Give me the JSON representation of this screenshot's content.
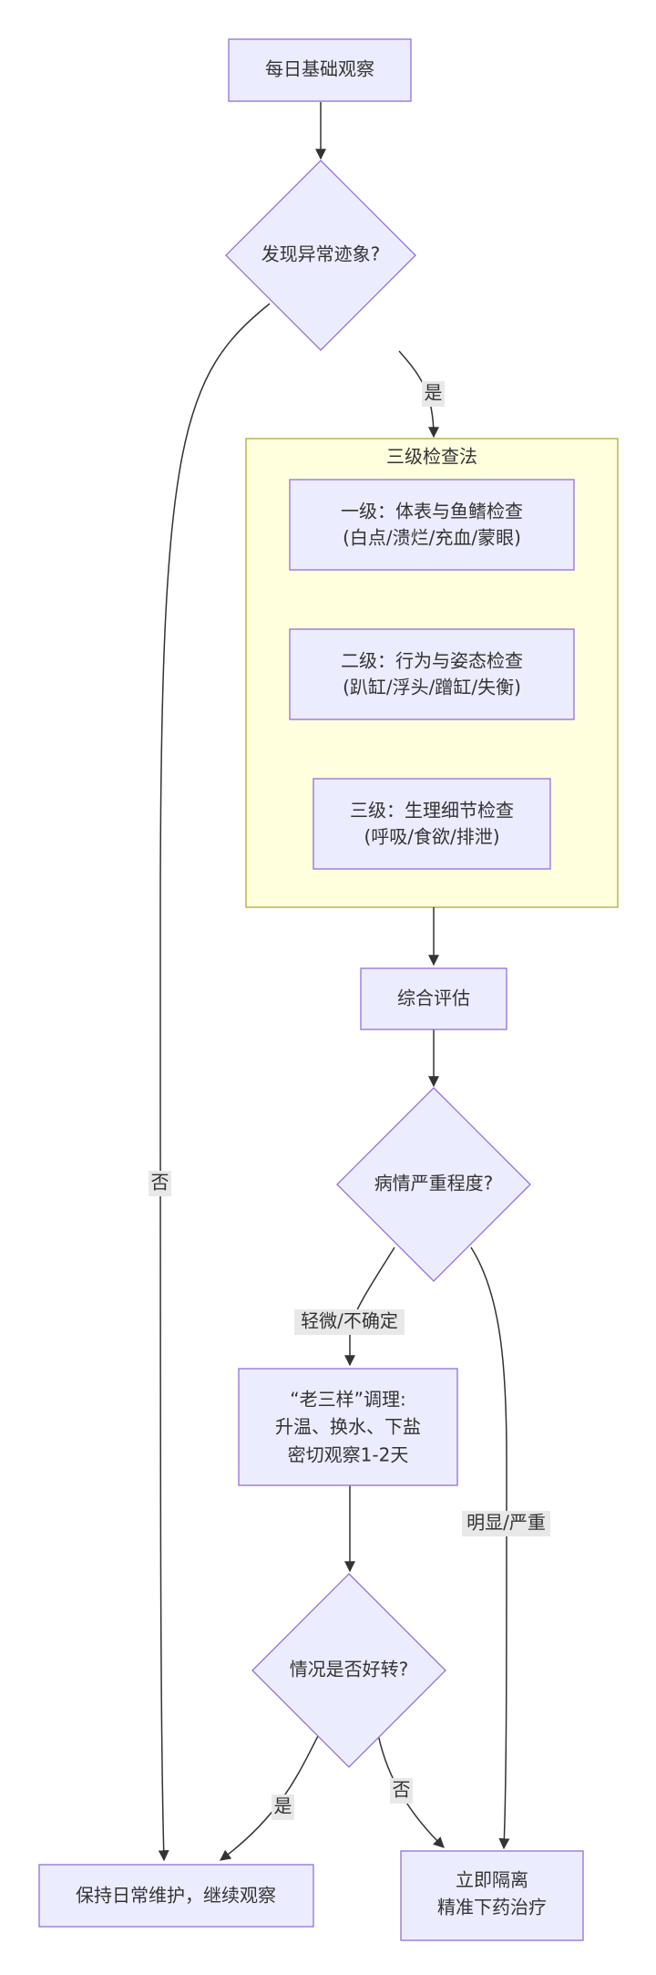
{
  "nodes": {
    "daily_observation": "每日基础观察",
    "anomaly_check": "发现异常迹象?",
    "level1_line1": "一级：体表与鱼鳍检查",
    "level1_line2": "(白点/溃烂/充血/蒙眼)",
    "level2_line1": "二级：行为与姿态检查",
    "level2_line2": "(趴缸/浮头/蹭缸/失衡)",
    "level3_line1": "三级：生理细节检查",
    "level3_line2": "(呼吸/食欲/排泄)",
    "assessment": "综合评估",
    "severity_check": "病情严重程度?",
    "remedy_line1": "“老三样”调理:",
    "remedy_line2": "升温、换水、下盐",
    "remedy_line3": "密切观察1-2天",
    "improvement_check": "情况是否好转?",
    "maintain": "保持日常维护，继续观察",
    "isolate_line1": "立即隔离",
    "isolate_line2": "精准下药治疗"
  },
  "cluster": {
    "title": "三级检查法"
  },
  "edge_labels": {
    "anomaly_yes": "是",
    "anomaly_no": "否",
    "mild": "轻微/不确定",
    "severe": "明显/严重",
    "improved_yes": "是",
    "improved_no": "否"
  },
  "colors": {
    "node_fill": "#ECECFF",
    "node_stroke": "#9370DB",
    "cluster_fill": "#FFFFDE",
    "cluster_stroke": "#AAAA33",
    "edge": "#333333",
    "label_bg": "#E8E8E8"
  }
}
